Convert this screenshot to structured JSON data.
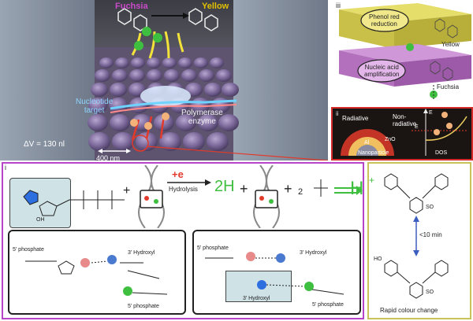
{
  "panel_a": {
    "label_left": "Fuchsia",
    "label_right": "Yellow",
    "label_panel_ii": "ii",
    "h_plus": "H",
    "inner_left_1": "Nucleotide",
    "inner_left_2": "target",
    "inner_right_1": "Polymerase",
    "inner_right_2": "enzyme",
    "scale_text": "400 nm",
    "volume_text": "ΔV = 130 nl",
    "colors": {
      "fuchsia": "#c94bc9",
      "yellow": "#e0c000",
      "well": "#6d5f86"
    }
  },
  "panel_iii": {
    "label": "iii",
    "top_text_1": "Phenol red",
    "top_text_2": "reduction",
    "bottom_text_1": "Nucleic acid",
    "bottom_text_2": "amplification",
    "yellow_label": "Yellow",
    "fuchsia_label": "Fuchsia",
    "h_plus": "H"
  },
  "panel_ii": {
    "label": "ii",
    "radiative": "Radiative",
    "non_radiative_1": "Non-",
    "non_radiative_2": "radiative",
    "al": "Al",
    "zno": "ZnO",
    "nanoparticle": "Nanoparticle",
    "dos": "DOS",
    "ef": "E",
    "e_axis": "E"
  },
  "panel_i": {
    "label": "i",
    "e_minus": "+e",
    "hydrolysis": "Hydrolysis",
    "two_h": "2H",
    "plus": "+",
    "two": "2",
    "h_plus_big": "H",
    "oh": "OH",
    "left_box": {
      "five_phosphate_top": "5' phosphate",
      "three_hydroxyl": "3' Hydroxyl",
      "five_phosphate_bottom": "5' phosphate"
    },
    "right_box": {
      "five_phosphate_top": "5' phosphate",
      "three_hydroxyl_top": "3' Hydroxyl",
      "three_hydroxyl_box": "3' Hydroxyl",
      "five_phosphate_bottom": "5' phosphate"
    }
  },
  "panel_right": {
    "time": "<10 min",
    "caption": "Rapid colour change",
    "so3": "SO",
    "ho": "HO"
  }
}
